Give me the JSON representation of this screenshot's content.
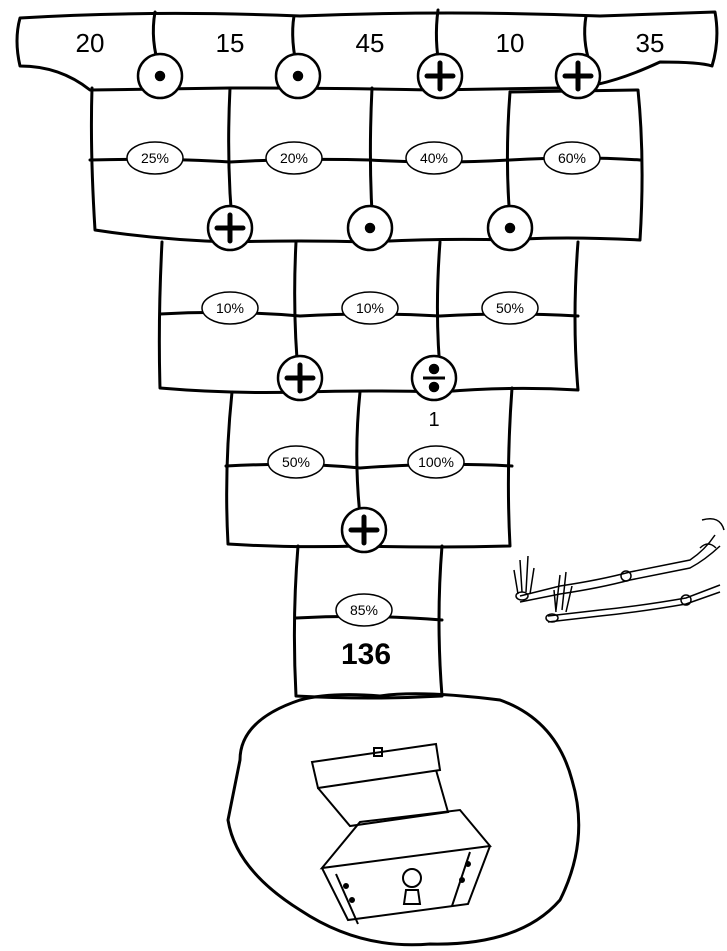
{
  "top_numbers": [
    "20",
    "15",
    "45",
    "10",
    "35"
  ],
  "operators": {
    "row1": [
      "dot",
      "dot",
      "plus",
      "plus"
    ],
    "row2": [
      "plus",
      "dot",
      "dot"
    ],
    "row3": [
      "plus",
      "divide"
    ],
    "row4": [
      "plus"
    ]
  },
  "percentages": {
    "row1": [
      "25%",
      "20%",
      "40%",
      "60%"
    ],
    "row2": [
      "10%",
      "10%",
      "50%"
    ],
    "row3": [
      "50%",
      "100%"
    ],
    "row4": [
      "85%"
    ]
  },
  "division_result": "1",
  "final_result": "136",
  "illustrations": [
    "skeleton-arms",
    "treasure-chest"
  ]
}
